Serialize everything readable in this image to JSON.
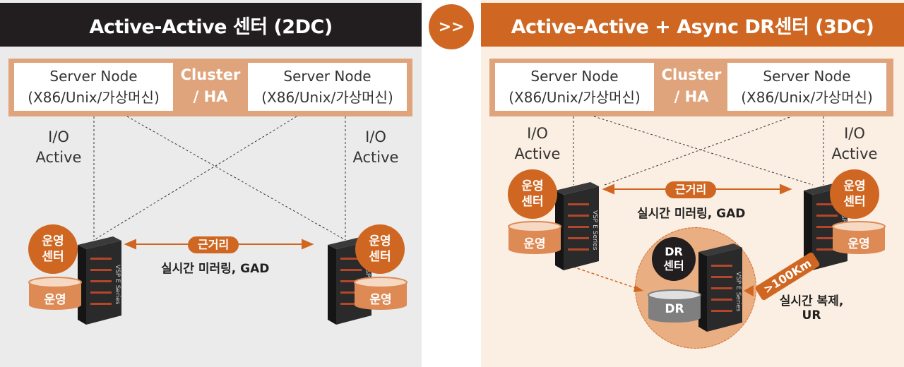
{
  "left": {
    "title": "Active-Active 센터 (2DC)",
    "node_left": {
      "line1": "Server Node",
      "line2": "(X86/Unix/가상머신)"
    },
    "node_right": {
      "line1": "Server Node",
      "line2": "(X86/Unix/가상머신)"
    },
    "cluster_line1": "Cluster",
    "cluster_line2": "/ HA",
    "io_left": {
      "line1": "I/O",
      "line2": "Active"
    },
    "io_right": {
      "line1": "I/O",
      "line2": "Active"
    },
    "center_left": {
      "line1": "운영",
      "line2": "센터"
    },
    "center_right": {
      "line1": "운영",
      "line2": "센터"
    },
    "storage_left": "운영",
    "storage_right": "운영",
    "link_pill": "근거리",
    "link_text": "실시간 미러링, GAD",
    "server_label": "VSP E Series"
  },
  "separator": ">>",
  "right": {
    "title": "Active-Active + Async DR센터 (3DC)",
    "node_left": {
      "line1": "Server Node",
      "line2": "(X86/Unix/가상머신)"
    },
    "node_right": {
      "line1": "Server Node",
      "line2": "(X86/Unix/가상머신)"
    },
    "cluster_line1": "Cluster",
    "cluster_line2": "/ HA",
    "io_left": {
      "line1": "I/O",
      "line2": "Active"
    },
    "io_right": {
      "line1": "I/O",
      "line2": "Active"
    },
    "center_left": {
      "line1": "운영",
      "line2": "센터"
    },
    "center_right": {
      "line1": "운영",
      "line2": "센터"
    },
    "storage_left": "운영",
    "storage_right": "운영",
    "link_pill": "근거리",
    "link_text": "실시간 미러링, GAD",
    "dr_center": {
      "line1": "DR",
      "line2": "센터"
    },
    "dr_storage": "DR",
    "distance": ">100Km",
    "replication": {
      "line1": "실시간 복제,",
      "line2": "UR"
    },
    "server_label": "VSP E Series"
  },
  "colors": {
    "orange": "#cf6722",
    "dark": "#221e1f",
    "cluster": "#e0a47c",
    "cylinder": "#dd8a55"
  }
}
